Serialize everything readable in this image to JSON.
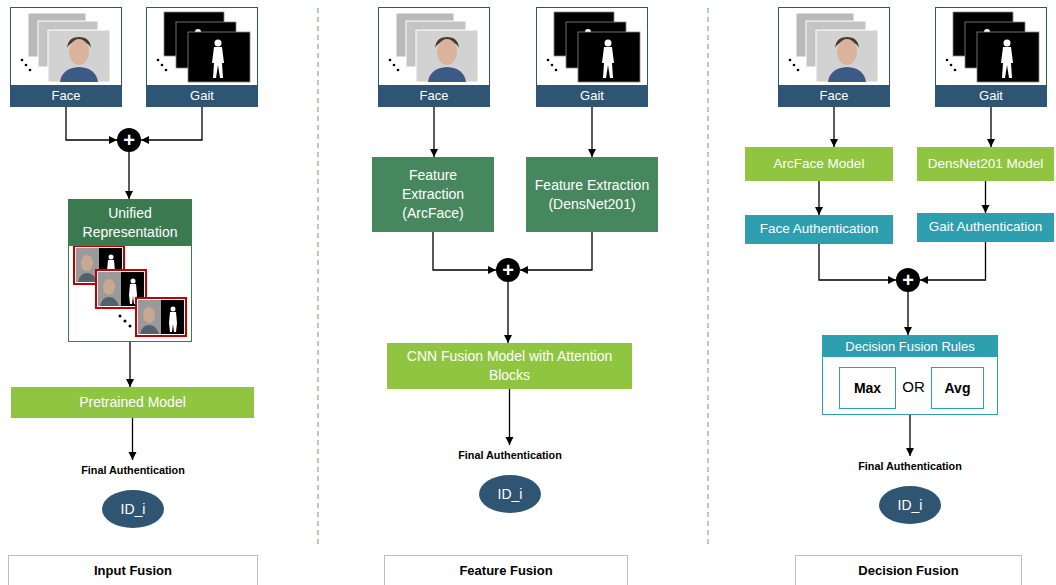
{
  "diagram": {
    "nodes": [
      {
        "text": [
          "Face"
        ]
      },
      {
        "text": [
          "Gait"
        ]
      },
      {
        "text": [
          "+"
        ]
      },
      {
        "text": [
          "Unified Representation"
        ]
      },
      {
        "text": [
          "Pretrained Model"
        ]
      },
      {
        "text": [
          "Final Authentication",
          "ID_i"
        ]
      },
      {
        "text": [
          "Input Fusion"
        ]
      },
      {
        "text": [
          "Face"
        ]
      },
      {
        "text": [
          "Gait"
        ]
      },
      {
        "text": [
          "Feature Extraction (ArcFace)"
        ]
      },
      {
        "text": [
          "Feature Extraction (DensNet201)"
        ]
      },
      {
        "text": [
          "+"
        ]
      },
      {
        "text": [
          "CNN Fusion Model with Attention Blocks"
        ]
      },
      {
        "text": [
          "Final Authentication",
          "ID_i"
        ]
      },
      {
        "text": [
          "Feature Fusion"
        ]
      },
      {
        "text": [
          "Face"
        ]
      },
      {
        "text": [
          "Gait"
        ]
      },
      {
        "text": [
          "ArcFace Model"
        ]
      },
      {
        "text": [
          "DensNet201 Model"
        ]
      },
      {
        "text": [
          "Face Authentication"
        ]
      },
      {
        "text": [
          "Gait Authentication"
        ]
      },
      {
        "text": [
          "+"
        ]
      },
      {
        "text": [
          "Decision Fusion Rules"
        ]
      },
      {
        "text": [
          "Max"
        ],
        "in": 22
      },
      {
        "text": [
          "Avg"
        ],
        "in": 22
      },
      {
        "text": [
          "Final Authentication",
          "ID_i"
        ]
      },
      {
        "text": [
          "Decision Fusion"
        ]
      }
    ],
    "edges": [
      {
        "from": 0,
        "to": 2,
        "arrow": "to"
      },
      {
        "from": 1,
        "to": 2,
        "arrow": "to"
      },
      {
        "from": 2,
        "to": 3,
        "arrow": "to"
      },
      {
        "from": 3,
        "to": 4,
        "arrow": "to"
      },
      {
        "from": 4,
        "to": 5,
        "arrow": "to"
      },
      {
        "from": 7,
        "to": 9,
        "arrow": "to"
      },
      {
        "from": 8,
        "to": 10,
        "arrow": "to"
      },
      {
        "from": 9,
        "to": 11,
        "arrow": "to"
      },
      {
        "from": 10,
        "to": 11,
        "arrow": "to"
      },
      {
        "from": 11,
        "to": 12,
        "arrow": "to"
      },
      {
        "from": 12,
        "to": 13,
        "arrow": "to"
      },
      {
        "from": 15,
        "to": 17,
        "arrow": "to"
      },
      {
        "from": 16,
        "to": 18,
        "arrow": "to"
      },
      {
        "from": 17,
        "to": 19,
        "arrow": "to"
      },
      {
        "from": 18,
        "to": 20,
        "arrow": "to"
      },
      {
        "from": 19,
        "to": 21,
        "arrow": "to"
      },
      {
        "from": 20,
        "to": 21,
        "arrow": "to"
      },
      {
        "from": 21,
        "to": 22,
        "arrow": "to"
      },
      {
        "from": 22,
        "to": 25,
        "arrow": "to"
      }
    ],
    "labels": [
      "OR"
    ]
  }
}
